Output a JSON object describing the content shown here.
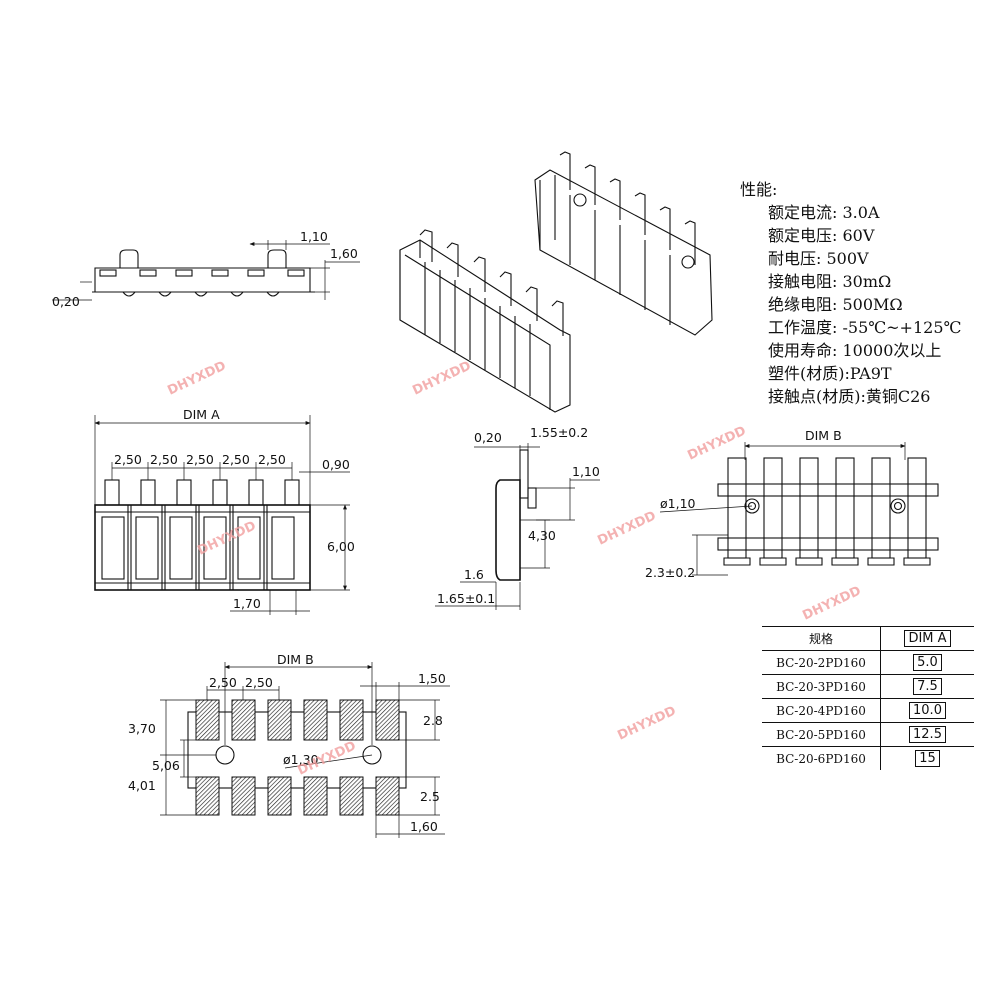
{
  "dims": {
    "side_top": {
      "d1": "1,10",
      "d2": "1,60",
      "d3": "0,20"
    },
    "front": {
      "dim_a": "DIM  A",
      "pitch": [
        "2,50",
        "2,50",
        "2,50",
        "2,50",
        "2,50"
      ],
      "d090": "0,90",
      "d600": "6,00",
      "d170": "1,70"
    },
    "side": {
      "d020": "0,20",
      "d155": "1.55±0.2",
      "d110": "1,10",
      "d430": "4,30",
      "d16": "1.6",
      "d165": "1.65±0.1"
    },
    "bottom": {
      "dim_b": "DIM  B",
      "dia": "ø1,10",
      "d23": "2.3±0.2"
    },
    "pcb": {
      "dim_b": "DIM  B",
      "p1": "2,50",
      "p2": "2,50",
      "d150": "1,50",
      "d370": "3,70",
      "d28": "2.8",
      "d506": "5,06",
      "d401": "4,01",
      "dia": "ø1,30",
      "d25": "2.5",
      "d160": "1,60"
    }
  },
  "specs": {
    "heading": "性能:",
    "items": [
      "额定电流: 3.0A",
      "额定电压: 60V",
      "耐电压: 500V",
      "接触电阻: 30mΩ",
      "绝缘电阻: 500MΩ",
      "工作温度: -55℃~+125℃",
      "使用寿命: 10000次以上",
      "塑件(材质):PA9T",
      "接触点(材质):黄铜C26"
    ]
  },
  "table": {
    "header": {
      "model": "规格",
      "dim": "DIM  A"
    },
    "rows": [
      {
        "model": "BC-20-2PD160",
        "dim": "5.0"
      },
      {
        "model": "BC-20-3PD160",
        "dim": "7.5"
      },
      {
        "model": "BC-20-4PD160",
        "dim": "10.0"
      },
      {
        "model": "BC-20-5PD160",
        "dim": "12.5"
      },
      {
        "model": "BC-20-6PD160",
        "dim": "15"
      }
    ]
  },
  "watermark": "DHYXDD"
}
